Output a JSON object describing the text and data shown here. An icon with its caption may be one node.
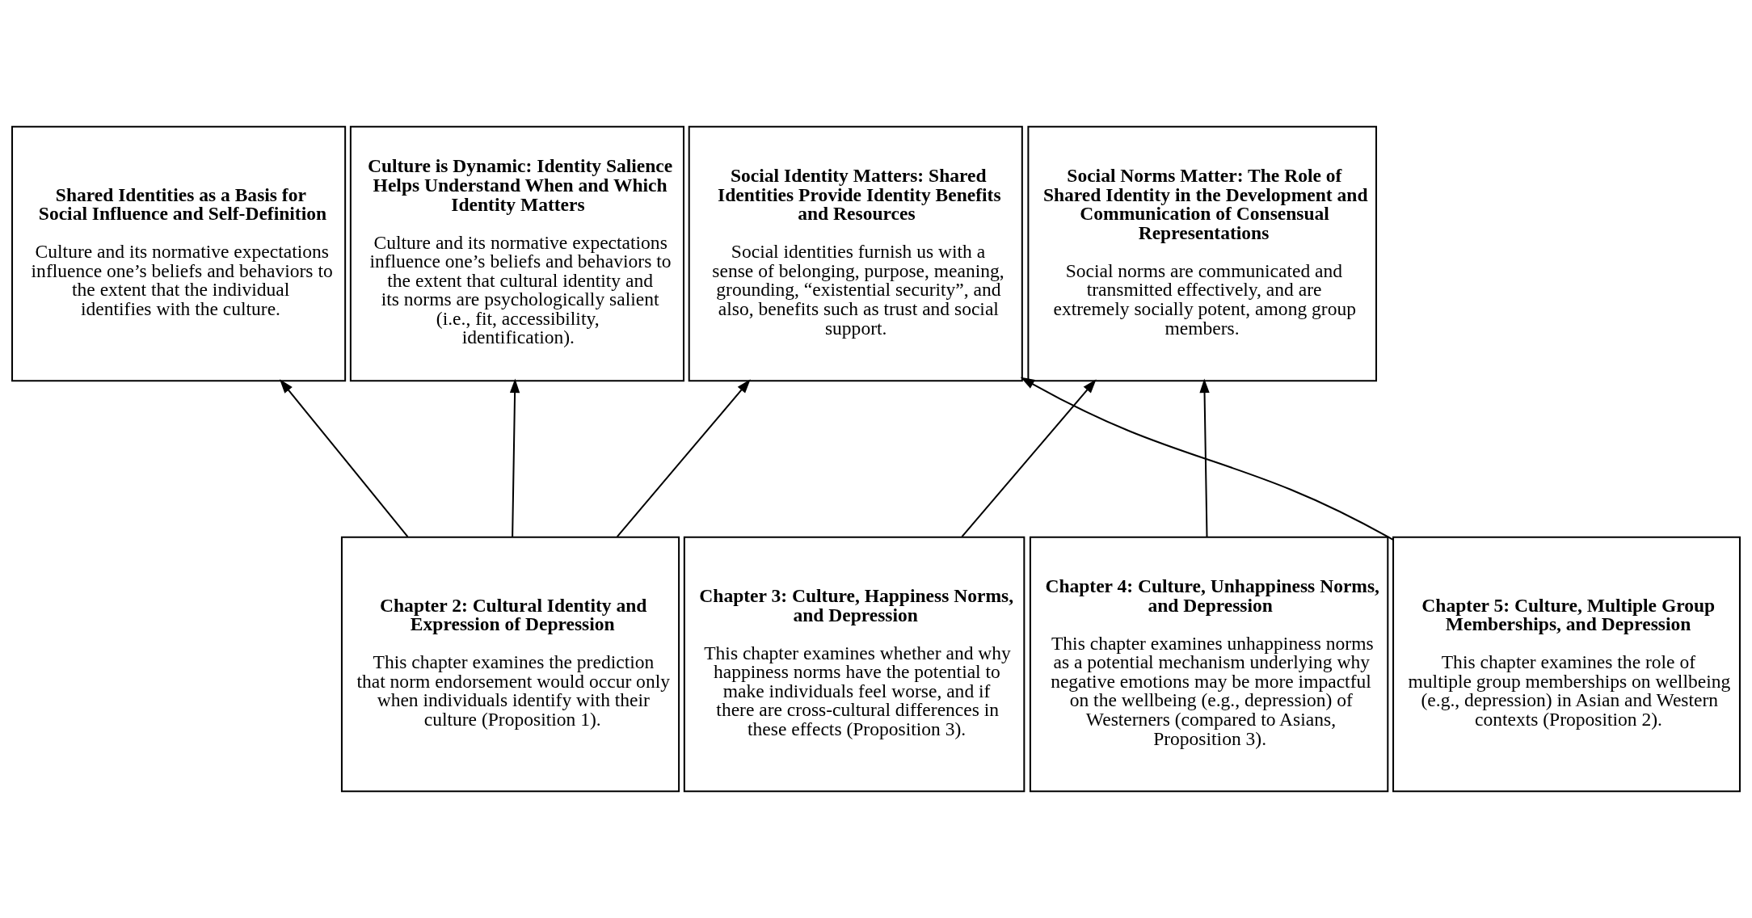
{
  "diagram": {
    "nodes": [
      {
        "text": [
          "Shared Identities as a Basis for Social Influence and Self-Definition",
          "Culture and its normative expectations influence one’s beliefs and behaviors to the extent that the individual identifies with the culture."
        ]
      },
      {
        "text": [
          "Culture is Dynamic: Identity Salience Helps Understand When and Which Identity Matters",
          "Culture and its normative expectations influence one’s beliefs and behaviors to the extent that cultural identity and its norms are psychologically salient (i.e., fit, accessibility, identification)."
        ]
      },
      {
        "text": [
          "Social Identity Matters: Shared Identities Provide Identity Benefits and Resources",
          "Social identities furnish us with a sense of belonging, purpose, meaning, grounding, “existential security”, and also, benefits such as trust and social support."
        ]
      },
      {
        "text": [
          "Social Norms Matter: The Role of Shared Identity in the Development and Communication of Consensual Representations",
          "Social norms are communicated and transmitted effectively, and are extremely socially potent, among group members."
        ]
      },
      {
        "text": [
          "Chapter 2: Cultural Identity and Expression of Depression",
          "This chapter examines the prediction that norm endorsement would occur only when individuals identify with their culture (Proposition 1)."
        ]
      },
      {
        "text": [
          "Chapter 3: Culture, Happiness Norms, and Depression",
          "This chapter examines whether and why happiness norms have the potential to make individuals feel worse, and if there are cross-cultural differences in these effects (Proposition 3)."
        ]
      },
      {
        "text": [
          "Chapter 4: Culture, Unhappiness Norms, and Depression",
          "This chapter examines unhappiness norms as a potential mechanism underlying why negative emotions may be more impactful on the wellbeing (e.g., depression) of Westerners (compared to Asians, Proposition 3)."
        ]
      },
      {
        "text": [
          "Chapter 5: Culture, Multiple Group Memberships, and Depression",
          "This chapter examines the role of multiple group memberships on wellbeing (e.g., depression) in Asian and Western contexts (Proposition 2)."
        ]
      }
    ],
    "edges": [
      {
        "from": 4,
        "to": 0,
        "arrow": "to"
      },
      {
        "from": 4,
        "to": 1,
        "arrow": "to"
      },
      {
        "from": 4,
        "to": 2,
        "arrow": "to"
      },
      {
        "from": 5,
        "to": 3,
        "arrow": "to"
      },
      {
        "from": 6,
        "to": 3,
        "arrow": "to"
      },
      {
        "from": 7,
        "to": 2,
        "arrow": "to"
      }
    ]
  }
}
